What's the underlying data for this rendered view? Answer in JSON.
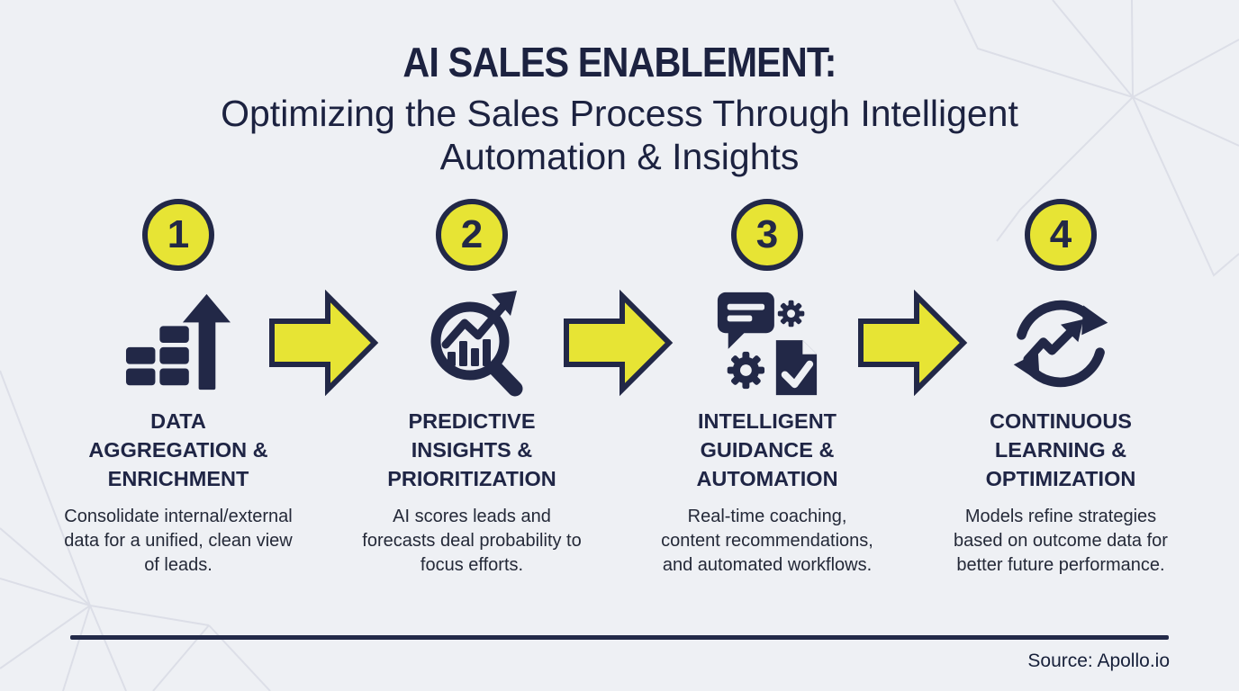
{
  "header": {
    "title": "AI SALES ENABLEMENT:",
    "subtitle": "Optimizing the Sales Process Through Intelligent Automation & Insights"
  },
  "steps": [
    {
      "number": "1",
      "icon": "bar-chart-growth-icon",
      "title": "DATA AGGREGATION & ENRICHMENT",
      "description": "Consolidate internal/external data for a unified, clean view of leads."
    },
    {
      "number": "2",
      "icon": "magnifier-analytics-icon",
      "title": "PREDICTIVE INSIGHTS & PRIORITIZATION",
      "description": "AI scores leads and forecasts deal probability to focus efforts."
    },
    {
      "number": "3",
      "icon": "chat-gears-checklist-icon",
      "title": "INTELLIGENT GUIDANCE & AUTOMATION",
      "description": "Real-time coaching, content recommendations, and automated workflows."
    },
    {
      "number": "4",
      "icon": "cycle-growth-arrows-icon",
      "title": "CONTINUOUS LEARNING & OPTIMIZATION",
      "description": "Models refine strategies based on outcome data for better future performance."
    }
  ],
  "flow": {
    "arrow_icon": "arrow-right-icon",
    "arrow_count": 3
  },
  "footer": {
    "source": "Source: Apollo.io"
  },
  "colors": {
    "background": "#eef0f4",
    "navy": "#222847",
    "yellow": "#e7e434",
    "pattern_line": "#d9dce5"
  }
}
